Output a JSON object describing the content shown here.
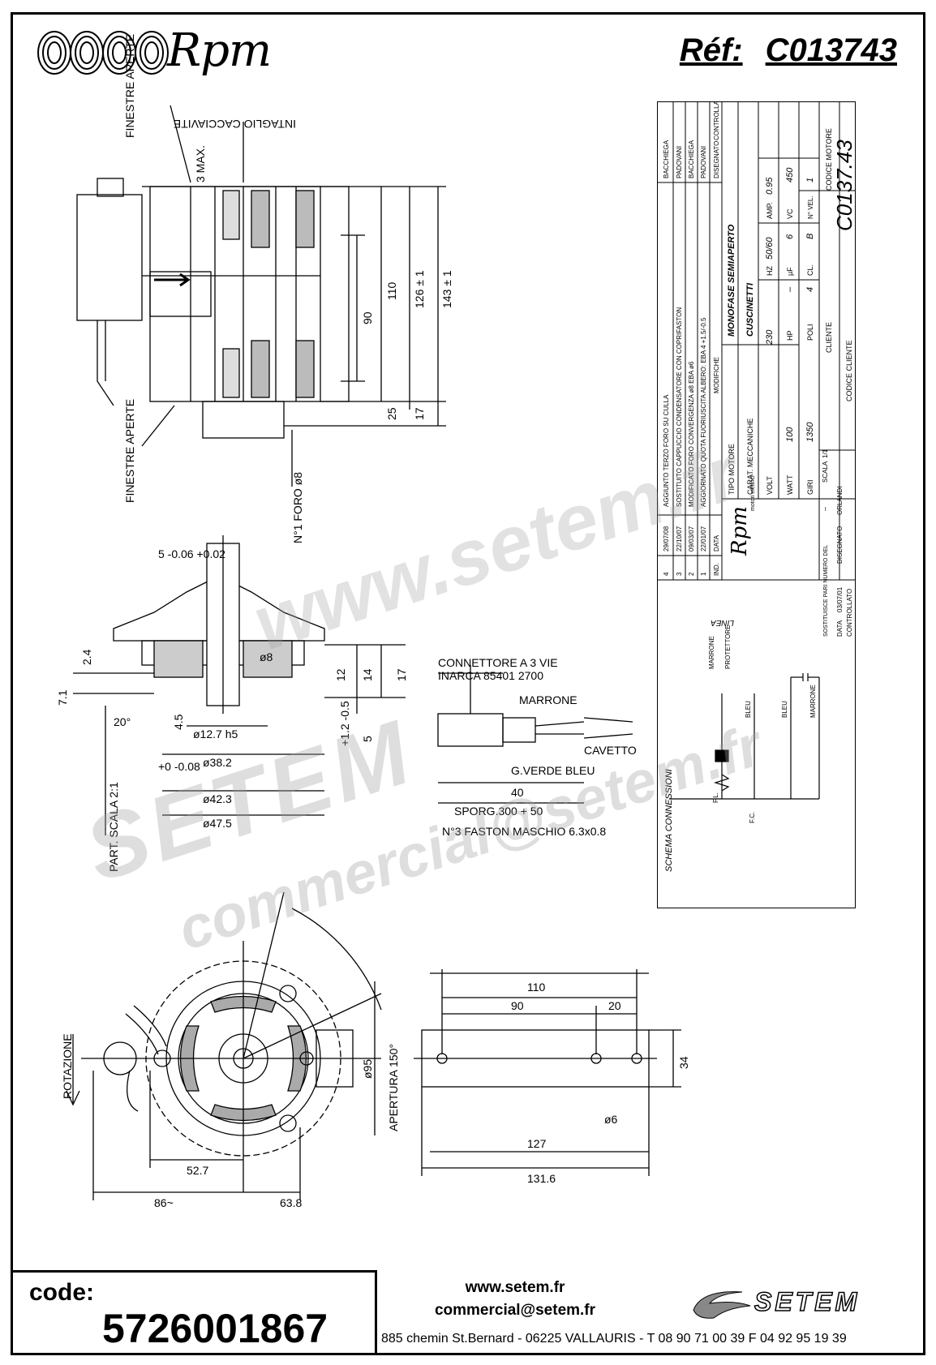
{
  "header": {
    "brand": "Rpm",
    "ref_label": "Réf:",
    "ref_value": "C013743"
  },
  "drawing": {
    "labels": {
      "finestre_aperte": "FINESTRE APERTE",
      "intaglio": "INTAGLIO CACCIAVITE",
      "max": "3 MAX.",
      "foro": "N°1 FORO ø8",
      "part_scala": "PART. SCALA 2:1",
      "rotazione": "ROTAZIONE",
      "apertura": "APERTURA 150°",
      "connettore": "CONNETTORE A 3 VIE",
      "inarca": "INARCA 85401 2700",
      "marrone": "MARRONE",
      "cavetto": "CAVETTO",
      "verde_bleu": "G.VERDE  BLEU",
      "fastons": "N°3 FASTON MASCHIO 6.3x0.8",
      "sporg": "SPORG.300 + 50"
    },
    "dims_side": [
      "90",
      "110",
      "126 ± 1",
      "143 ± 1",
      "25",
      "17"
    ],
    "dims_detail": [
      "2.4",
      "7.1",
      "20°",
      "4.5",
      "ø12.7 h5",
      "ø38.2",
      "ø42.3",
      "ø47.5",
      "ø8",
      "12",
      "14",
      "17",
      "+1.2 -0.5",
      "5",
      "5 -0.06 +0.02",
      "+0 -0.08"
    ],
    "dims_front": [
      "ø95",
      "52.7",
      "63.8",
      "86~"
    ],
    "dims_bracket": [
      "110",
      "90",
      "20",
      "34",
      "ø6",
      "127",
      "131.6"
    ],
    "cable_dims": [
      "40"
    ]
  },
  "title_block": {
    "revisions": [
      {
        "ind": "4",
        "date": "29/07/08",
        "text": "AGGIUNTO TERZO FORO SU CULLA",
        "sig": "BACCHIEGA"
      },
      {
        "ind": "3",
        "date": "22/10/07",
        "text": "SOSTITUITO CAPPUCCIO CONDENSATORE CON COPRIFASTON",
        "sig": "PADOVANI"
      },
      {
        "ind": "2",
        "date": "09/03/07",
        "text": "MODIFICATO FORO CONVERGENZA ø8 EBA ø6",
        "sig": "BACCHIEGA"
      },
      {
        "ind": "1",
        "date": "22/01/07",
        "text": "AGGIORNATO QUOTA FUORIUSCITA ALBERO: EBA 4 +1.5/-0.5",
        "sig": "PADOVANI"
      }
    ],
    "rev_header": {
      "ind": "IND.",
      "date": "DATA",
      "text": "MODIFICHE",
      "drawn": "DISEGNATO",
      "checked": "CONTROLLATO"
    },
    "company": "Rpm",
    "company_sub": "motori elettrici",
    "tipo_motore_label": "TIPO MOTORE",
    "tipo_motore": "MONOFASE SEMIAPERTO",
    "carat_label": "CARAT. MECCANICHE",
    "carat": "CUSCINETTI",
    "volt_label": "VOLT",
    "volt": "230",
    "hz_label": "HZ",
    "hz": "50/60",
    "amp_label": "AMP.",
    "amp": "0.95",
    "watt_label": "WATT",
    "watt": "100",
    "hp_label": "HP",
    "hp": "–",
    "uf_label": "µF",
    "uf": "6",
    "vc_label": "VC",
    "vc": "450",
    "giri_label": "GIRI",
    "giri": "1350",
    "poli_label": "POLI",
    "poli": "4",
    "cl_label": "CL.",
    "cl": "B",
    "nvel_label": "N° VEL.",
    "nvel": "1",
    "codice_motore_label": "CODICE MOTORE",
    "codice_motore": "C0137.43",
    "cliente_label": "CLIENTE",
    "codice_cliente_label": "CODICE CLIENTE",
    "sostituisce": "SOSTITUISCE PARI NUMERO DEL",
    "sostituisce_val": "–",
    "scala_label": "SCALA",
    "scala": "1/1",
    "data_label": "DATA",
    "data": "03/07/01",
    "disegnato_label": "DISEGNATO",
    "disegnato": "ORLANDI",
    "controllato_label": "CONTROLLATO",
    "schema_title": "SCHEMA CONNESSIONI",
    "schema_labels": [
      "MARRONE",
      "PROTETTORE",
      "BLEU",
      "BLEU",
      "MARRONE",
      "F.L.",
      "F.C.",
      "LINEA"
    ]
  },
  "watermark": {
    "line1": "SETEM",
    "line2": "www.setem.fr",
    "line3": "commercial@setem.fr"
  },
  "footer": {
    "code_label": "code:",
    "code_value": "5726001867",
    "website": "www.setem.fr",
    "email": "commercial@setem.fr",
    "address": "885 chemin St.Bernard  -  06225 VALLAURIS  -  T 08 90 71 00 39   F 04 92 95 19 39",
    "setem_brand": "SETEM"
  }
}
